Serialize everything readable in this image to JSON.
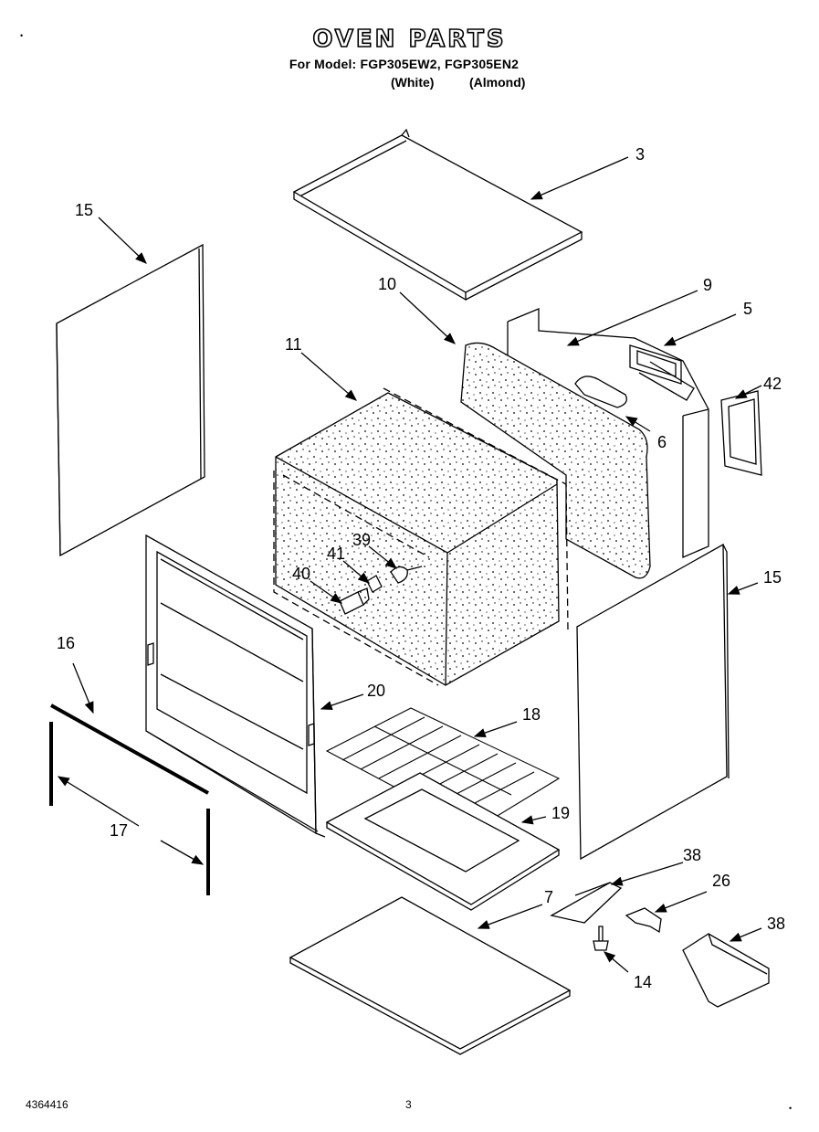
{
  "header": {
    "title": "OVEN PARTS",
    "model_line": "For Model: FGP305EW2, FGP305EN2",
    "color_white": "(White)",
    "color_almond": "(Almond)"
  },
  "callouts": [
    "3",
    "15",
    "10",
    "9",
    "5",
    "11",
    "42",
    "6",
    "39",
    "41",
    "40",
    "15",
    "16",
    "20",
    "18",
    "19",
    "17",
    "38",
    "26",
    "7",
    "38",
    "14"
  ],
  "footer": {
    "doc_number": "4364416",
    "page_number": "3"
  }
}
